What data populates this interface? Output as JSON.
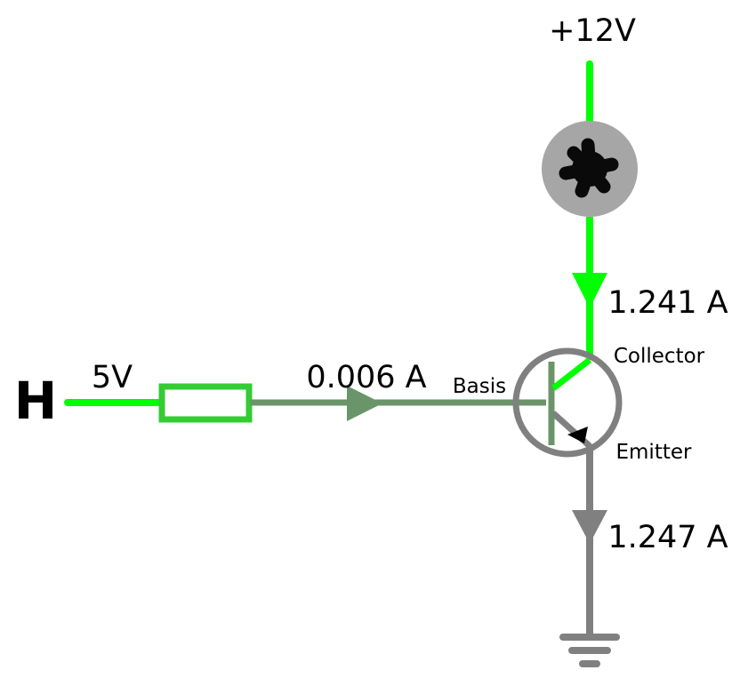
{
  "labels": {
    "supply": "+12V",
    "input_logic": "H",
    "input_voltage": "5V",
    "base_current": "0.006 A",
    "collector_current": "1.241 A",
    "emitter_current": "1.247 A",
    "base": "Basis",
    "collector": "Collector",
    "emitter": "Emitter"
  },
  "colors": {
    "active": "#00ff00",
    "resistor": "#33cc33",
    "base_wire": "#6a956a",
    "gray": "#808080",
    "fan_disk": "#a6a6a6",
    "fan_blade": "#0a0a0a",
    "arrow": "#000000"
  },
  "components": {
    "load": "fan-icon",
    "switch": "npn-transistor",
    "ground": "ground-icon"
  }
}
